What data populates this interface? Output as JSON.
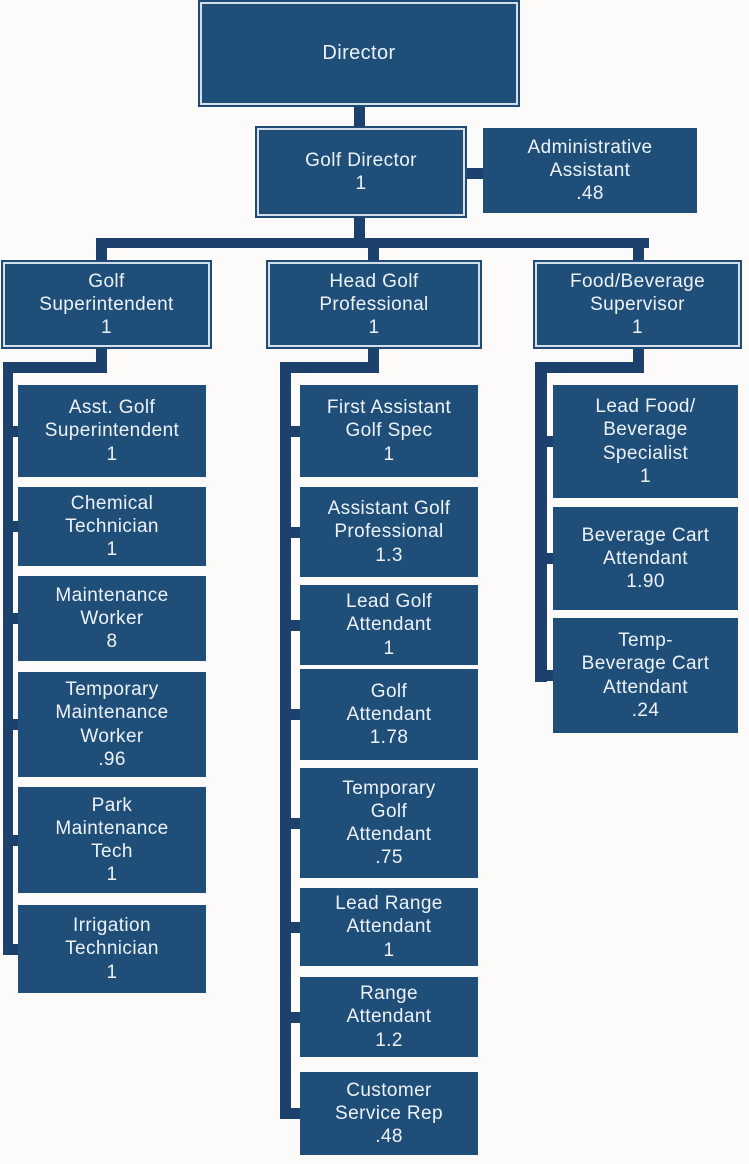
{
  "colors": {
    "node_fill": "#1F4E79",
    "node_inner_border": "#D4DFEC",
    "node_outer_border": "#1E4A74",
    "connector": "#1C416C",
    "node_text": "#ECF2F8",
    "background": "#FCFBFA"
  },
  "nodes": {
    "director": {
      "lines": [
        "Director"
      ]
    },
    "golf_director": {
      "lines": [
        "Golf Director",
        "1"
      ]
    },
    "admin_assistant": {
      "lines": [
        "Administrative",
        "Assistant",
        ".48"
      ]
    },
    "golf_superintendent": {
      "lines": [
        "Golf",
        "Superintendent",
        "1"
      ]
    },
    "head_golf_professional": {
      "lines": [
        "Head Golf",
        "Professional",
        "1"
      ]
    },
    "food_beverage_supervisor": {
      "lines": [
        "Food/Beverage",
        "Supervisor",
        "1"
      ]
    },
    "asst_golf_superintendent": {
      "lines": [
        "Asst. Golf",
        "Superintendent",
        "1"
      ]
    },
    "chemical_technician": {
      "lines": [
        "Chemical",
        "Technician",
        "1"
      ]
    },
    "maintenance_worker": {
      "lines": [
        "Maintenance",
        "Worker",
        "8"
      ]
    },
    "temporary_maintenance_worker": {
      "lines": [
        "Temporary",
        "Maintenance",
        "Worker",
        ".96"
      ]
    },
    "park_maintenance_tech": {
      "lines": [
        "Park",
        "Maintenance",
        "Tech",
        "1"
      ]
    },
    "irrigation_technician": {
      "lines": [
        "Irrigation",
        "Technician",
        "1"
      ]
    },
    "first_assistant_golf_spec": {
      "lines": [
        "First Assistant",
        "Golf Spec",
        "1"
      ]
    },
    "assistant_golf_professional": {
      "lines": [
        "Assistant Golf",
        "Professional",
        "1.3"
      ]
    },
    "lead_golf_attendant": {
      "lines": [
        "Lead Golf",
        "Attendant",
        "1"
      ]
    },
    "golf_attendant": {
      "lines": [
        "Golf",
        "Attendant",
        "1.78"
      ]
    },
    "temporary_golf_attendant": {
      "lines": [
        "Temporary",
        "Golf",
        "Attendant",
        ".75"
      ]
    },
    "lead_range_attendant": {
      "lines": [
        "Lead Range",
        "Attendant",
        "1"
      ]
    },
    "range_attendant": {
      "lines": [
        "Range",
        "Attendant",
        "1.2"
      ]
    },
    "customer_service_rep": {
      "lines": [
        "Customer",
        "Service Rep",
        ".48"
      ]
    },
    "lead_food_beverage_specialist": {
      "lines": [
        "Lead Food/",
        "Beverage",
        "Specialist",
        "1"
      ]
    },
    "beverage_cart_attendant": {
      "lines": [
        "Beverage Cart",
        "Attendant",
        "1.90"
      ]
    },
    "temp_beverage_cart_attendant": {
      "lines": [
        "Temp-",
        "Beverage Cart",
        "Attendant",
        ".24"
      ]
    }
  },
  "hierarchy": {
    "root": "Director",
    "reports_to_director": [
      "Golf Director"
    ],
    "golf_director_side_report": "Administrative Assistant",
    "reports_to_golf_director": [
      "Golf Superintendent",
      "Head Golf Professional",
      "Food/Beverage Supervisor"
    ],
    "reports_to_golf_superintendent": [
      "Asst. Golf Superintendent",
      "Chemical Technician",
      "Maintenance Worker",
      "Temporary Maintenance Worker",
      "Park Maintenance Tech",
      "Irrigation Technician"
    ],
    "reports_to_head_golf_professional": [
      "First Assistant Golf Spec",
      "Assistant Golf Professional",
      "Lead Golf Attendant",
      "Golf Attendant",
      "Temporary Golf Attendant",
      "Lead Range Attendant",
      "Range Attendant",
      "Customer Service Rep"
    ],
    "reports_to_food_beverage_supervisor": [
      "Lead Food/Beverage Specialist",
      "Beverage Cart Attendant",
      "Temp-Beverage Cart Attendant"
    ]
  }
}
